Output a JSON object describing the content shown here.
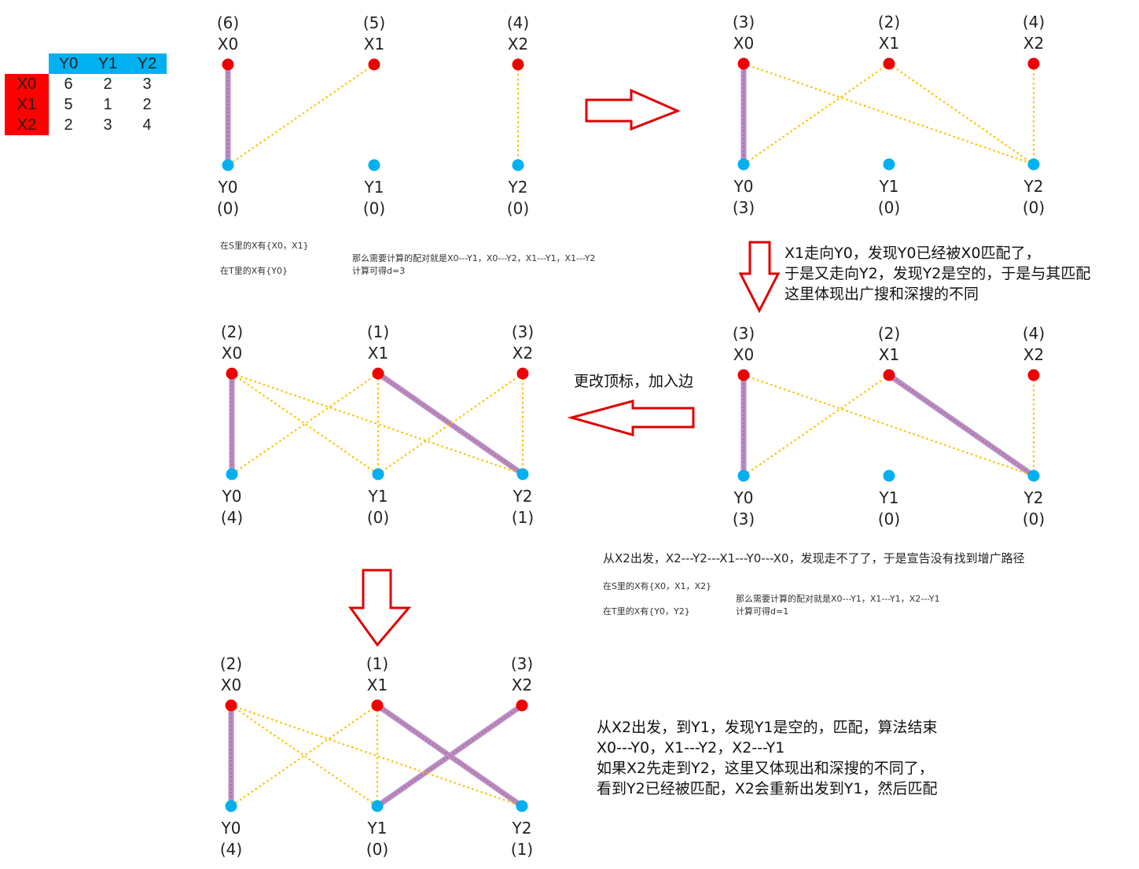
{
  "table": {
    "col_headers": [
      "Y0",
      "Y1",
      "Y2"
    ],
    "rows": [
      {
        "label": "X0",
        "values": [
          "6",
          "2",
          "3"
        ]
      },
      {
        "label": "X1",
        "values": [
          "5",
          "1",
          "2"
        ]
      },
      {
        "label": "X2",
        "values": [
          "2",
          "3",
          "4"
        ]
      }
    ]
  },
  "colors": {
    "x_node": "#ee0000",
    "y_node": "#00b0f0",
    "dotted_edge": "#ffc000",
    "matched_edge": "#b48ccc",
    "arrow": "#e00000"
  },
  "panels": [
    {
      "x_labels": [
        "X0",
        "X1",
        "X2"
      ],
      "x_labels_values": [
        "(6)",
        "(5)",
        "(4)"
      ],
      "y_labels": [
        "Y0",
        "Y1",
        "Y2"
      ],
      "y_labels_values": [
        "(0)",
        "(0)",
        "(0)"
      ],
      "dotted_edges": [
        [
          "X1",
          "Y0"
        ],
        [
          "X2",
          "Y2"
        ]
      ],
      "matched_edges": [
        [
          "X0",
          "Y0"
        ]
      ]
    },
    {
      "x_labels": [
        "X0",
        "X1",
        "X2"
      ],
      "x_labels_values": [
        "(3)",
        "(2)",
        "(4)"
      ],
      "y_labels": [
        "Y0",
        "Y1",
        "Y2"
      ],
      "y_labels_values": [
        "(3)",
        "(0)",
        "(0)"
      ],
      "dotted_edges": [
        [
          "X0",
          "Y2"
        ],
        [
          "X1",
          "Y0"
        ],
        [
          "X1",
          "Y2"
        ],
        [
          "X2",
          "Y2"
        ]
      ],
      "matched_edges": [
        [
          "X0",
          "Y0"
        ]
      ]
    },
    {
      "x_labels": [
        "X0",
        "X1",
        "X2"
      ],
      "x_labels_values": [
        "(3)",
        "(2)",
        "(4)"
      ],
      "y_labels": [
        "Y0",
        "Y1",
        "Y2"
      ],
      "y_labels_values": [
        "(3)",
        "(0)",
        "(0)"
      ],
      "dotted_edges": [
        [
          "X0",
          "Y2"
        ],
        [
          "X1",
          "Y0"
        ],
        [
          "X2",
          "Y2"
        ]
      ],
      "matched_edges": [
        [
          "X0",
          "Y0"
        ],
        [
          "X1",
          "Y2"
        ]
      ]
    },
    {
      "x_labels": [
        "X0",
        "X1",
        "X2"
      ],
      "x_labels_values": [
        "(2)",
        "(1)",
        "(3)"
      ],
      "y_labels": [
        "Y0",
        "Y1",
        "Y2"
      ],
      "y_labels_values": [
        "(4)",
        "(0)",
        "(1)"
      ],
      "dotted_edges": [
        [
          "X0",
          "Y1"
        ],
        [
          "X0",
          "Y2"
        ],
        [
          "X1",
          "Y0"
        ],
        [
          "X1",
          "Y1"
        ],
        [
          "X2",
          "Y1"
        ],
        [
          "X2",
          "Y2"
        ]
      ],
      "matched_edges": [
        [
          "X0",
          "Y0"
        ],
        [
          "X1",
          "Y2"
        ]
      ]
    },
    {
      "x_labels": [
        "X0",
        "X1",
        "X2"
      ],
      "x_labels_values": [
        "(2)",
        "(1)",
        "(3)"
      ],
      "y_labels": [
        "Y0",
        "Y1",
        "Y2"
      ],
      "y_labels_values": [
        "(4)",
        "(0)",
        "(1)"
      ],
      "dotted_edges": [
        [
          "X0",
          "Y1"
        ],
        [
          "X0",
          "Y2"
        ],
        [
          "X1",
          "Y0"
        ],
        [
          "X1",
          "Y1"
        ]
      ],
      "matched_edges": [
        [
          "X0",
          "Y0"
        ],
        [
          "X1",
          "Y2"
        ],
        [
          "X2",
          "Y1"
        ]
      ]
    }
  ],
  "notes": {
    "p1_s_set": "在S里的X有{X0，X1}",
    "p1_t_set": "在T里的X有{Y0}",
    "p1_pairs": "那么需要计算的配对就是X0---Y1，X0---Y2，X1---Y1，X1---Y2",
    "p1_d": "计算可得d=3",
    "step2_line1": "X1走向Y0，发现Y0已经被X0匹配了，",
    "step2_line2": "于是又走向Y2，发现Y2是空的，于是与其匹配",
    "step2_line3": "这里体现出广搜和深搜的不同",
    "change_label": "更改顶标，加入边",
    "p3_path": "从X2出发，X2---Y2---X1---Y0---X0，发现走不了了，于是宣告没有找到增广路径",
    "p3_s_set": "在S里的X有{X0，X1，X2}",
    "p3_t_set": "在T里的X有{Y0，Y2}",
    "p3_pairs": "那么需要计算的配对就是X0---Y1，X1---Y1，X2---Y1",
    "p3_d": "计算可得d=1",
    "final_line1": "从X2出发，到Y1，发现Y1是空的，匹配，算法结束",
    "final_line2": "X0---Y0，X1---Y2，X2---Y1",
    "final_line3": "如果X2先走到Y2，这里又体现出和深搜的不同了，",
    "final_line4": "看到Y2已经被匹配，X2会重新出发到Y1，然后匹配"
  }
}
